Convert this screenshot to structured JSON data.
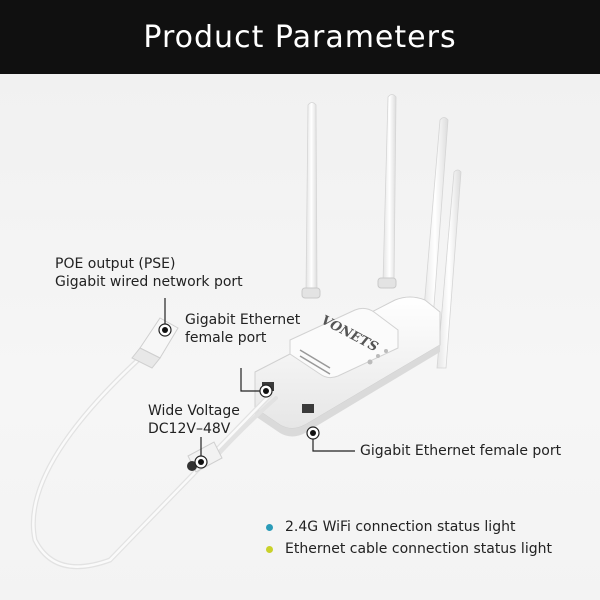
{
  "header": {
    "title": "Product Parameters",
    "background": "#101010",
    "text_color": "#ffffff"
  },
  "product": {
    "brand_logo": "VONETS"
  },
  "callouts": {
    "poe_output": {
      "line1": "POE output (PSE)",
      "line2": "Gigabit wired network port"
    },
    "gigabit_female_top": {
      "line1": "Gigabit Ethernet",
      "line2": "female port"
    },
    "wide_voltage": {
      "line1": "Wide Voltage",
      "line2": "DC12V–48V"
    },
    "gigabit_female_right": {
      "line1": "Gigabit Ethernet female port"
    }
  },
  "legend": {
    "items": [
      {
        "label": "2.4G WiFi connection status light",
        "color": "#2a9bb8",
        "icon": "cyan-dot-icon"
      },
      {
        "label": "Ethernet cable connection status light",
        "color": "#c9d12a",
        "icon": "yellow-dot-icon"
      }
    ]
  }
}
